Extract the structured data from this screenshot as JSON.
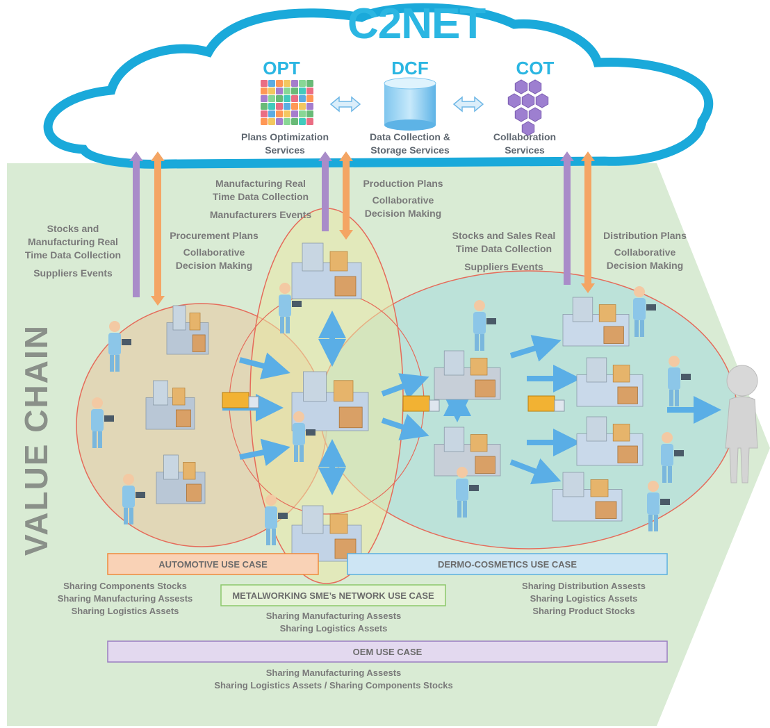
{
  "cloud": {
    "title": "C2NET",
    "modules": [
      {
        "code": "OPT",
        "line1": "Plans Optimization",
        "line2": "Services",
        "icon": "grid-blocks-icon"
      },
      {
        "code": "DCF",
        "line1": "Data  Collection &",
        "line2": "Storage Services",
        "icon": "database-cylinder-icon"
      },
      {
        "code": "COT",
        "line1": "Collaboration",
        "line2": "Services",
        "icon": "hexagon-cluster-icon"
      }
    ]
  },
  "flows": {
    "left": [
      "Stocks and",
      "Manufacturing Real",
      "Time Data Collection",
      "Suppliers Events"
    ],
    "left_plans": [
      "Procurement Plans",
      "Collaborative",
      "Decision Making"
    ],
    "mid": [
      "Manufacturing Real",
      "Time Data Collection",
      "Manufacturers Events"
    ],
    "mid_plans": [
      "Production Plans",
      "Collaborative",
      "Decision Making"
    ],
    "right": [
      "Stocks and Sales Real",
      "Time Data Collection",
      "Suppliers Events"
    ],
    "right_plans": [
      "Distribution Plans",
      "Collaborative",
      "Decision Making"
    ]
  },
  "value_chain_label": "VALUE CHAIN",
  "use_cases": {
    "automotive": {
      "label": "AUTOMOTIVE USE CASE",
      "items": [
        "Sharing  Components Stocks",
        "Sharing Manufacturing Assests",
        "Sharing Logistics Assets"
      ]
    },
    "dermo": {
      "label": "DERMO-COSMETICS USE CASE",
      "items": [
        "Sharing Distribution Assests",
        "Sharing Logistics Assets",
        "Sharing  Product Stocks"
      ]
    },
    "metal": {
      "label": "METALWORKING SME’s NETWORK USE CASE",
      "items": [
        "Sharing Manufacturing Assests",
        "Sharing Logistics Assets"
      ]
    },
    "oem": {
      "label": "OEM USE CASE",
      "items": [
        "Sharing Manufacturing Assests",
        "Sharing Logistics Assets / Sharing  Components Stocks"
      ]
    }
  },
  "colors": {
    "cloud_outline": "#1aa9da",
    "c2net_text": "#2bb6e2",
    "value_chain_band": "#d7ead2",
    "automotive": "#f08a3c",
    "dermo": "#5bb0e0",
    "metal": "#8cc86a",
    "oem": "#9a7ec0",
    "data_arrow": "#a98cc9",
    "plan_arrow": "#f4a564",
    "flow_arrow": "#5aaee6"
  }
}
